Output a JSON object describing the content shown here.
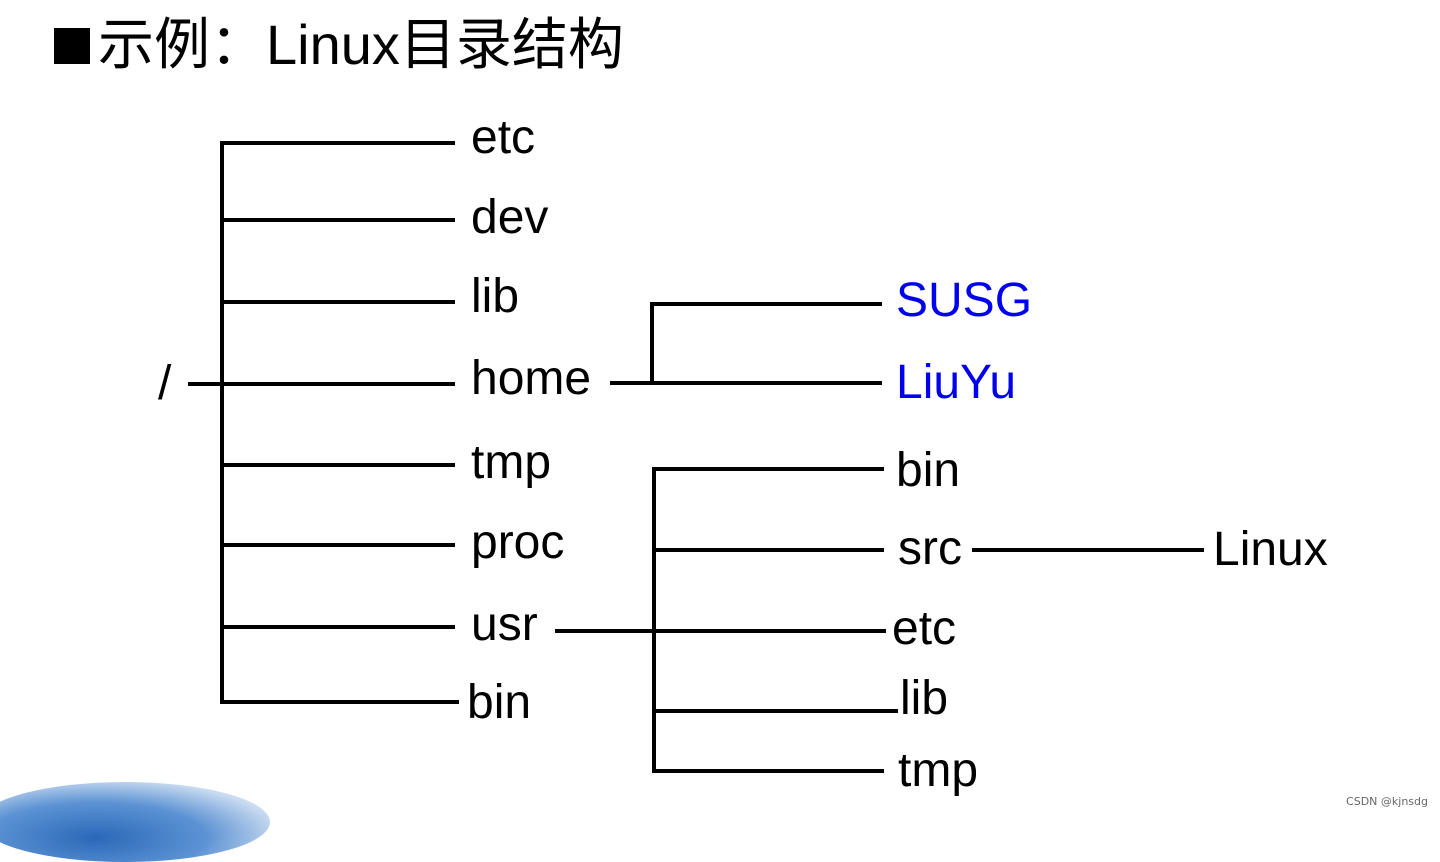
{
  "title": {
    "text": "示例：Linux目录结构"
  },
  "tree": {
    "root": "/",
    "level1": [
      "etc",
      "dev",
      "lib",
      "home",
      "tmp",
      "proc",
      "usr",
      "bin"
    ],
    "home_children": [
      "SUSG",
      "LiuYu"
    ],
    "usr_children": [
      "bin",
      "src",
      "etc",
      "lib",
      "tmp"
    ],
    "src_children": [
      "Linux"
    ]
  },
  "colors": {
    "text": "#000000",
    "highlight": "#0000ee",
    "line": "#000000"
  },
  "watermark": "CSDN @kjnsdg"
}
